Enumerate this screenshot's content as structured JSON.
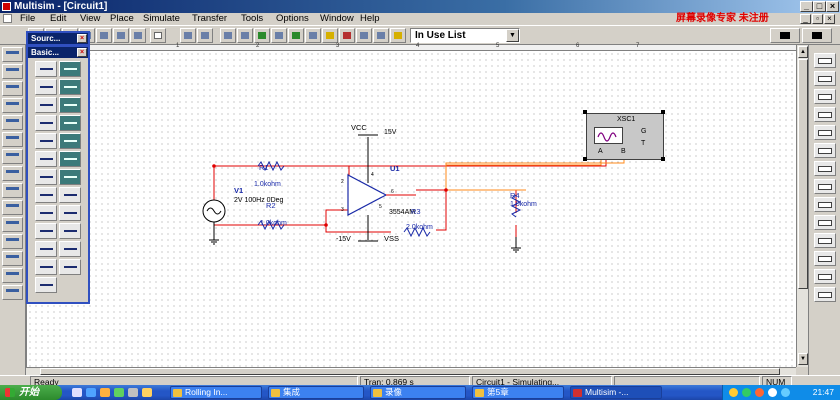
{
  "window": {
    "title": "Multisim - [Circuit1]"
  },
  "menu": {
    "items": [
      "File",
      "Edit",
      "View",
      "Place",
      "Simulate",
      "Transfer",
      "Tools",
      "Options",
      "Window",
      "Help"
    ],
    "watermark": "屏幕录像专家 未注册"
  },
  "toolbar": {
    "in_use_list": "In Use List"
  },
  "palettes": {
    "sources_title": "Sourc...",
    "basic_title": "Basic..."
  },
  "ruler": {
    "marks": [
      "1",
      "2",
      "3",
      "4",
      "5",
      "6",
      "7"
    ]
  },
  "schematic": {
    "vcc_label": "VCC",
    "vcc_value": "15V",
    "vss_label": "VSS",
    "vss_value": "-15V",
    "opamp_name": "U1",
    "opamp_model": "3554AM",
    "pin2": "2",
    "pin3": "3",
    "pin4": "4",
    "pin5": "5",
    "pin6": "6",
    "r1_name": "R1",
    "r1_value": "1.0kohm",
    "r2_name": "R2",
    "r2_value": "1.0kohm",
    "r3_name": "R3",
    "r3_value": "2.0kohm",
    "r4_name": "R4",
    "r4_value": "1.0kohm",
    "v1_name": "V1",
    "v1_value": "2V 100Hz 0Deg",
    "scope_name": "XSC1",
    "scope_a": "A",
    "scope_b": "B",
    "scope_g": "G",
    "scope_t": "T"
  },
  "status": {
    "ready": "Ready",
    "tran": "Tran: 0.869 s",
    "sim": "Circuit1 - Simulating...",
    "num": "NUM"
  },
  "taskbar": {
    "start": "开始",
    "tasks": [
      "Rolling In...",
      "集成",
      "录像",
      "第5章",
      "Multisim -..."
    ],
    "clock": "21:47"
  },
  "colors": {
    "wire_red": "#e00000",
    "wire_orange": "#ff8a1a",
    "component_blue": "#1a2aa8",
    "wire_black": "#000000"
  }
}
